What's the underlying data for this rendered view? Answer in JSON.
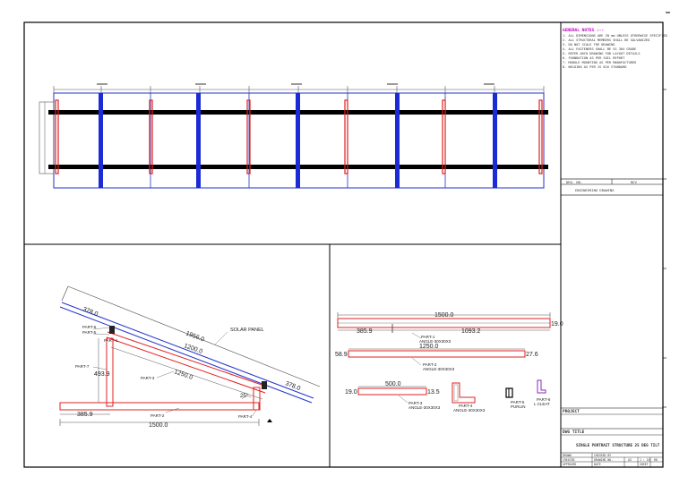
{
  "notes": {
    "heading": "GENERAL NOTES :--",
    "lines": [
      "1. ALL DIMENSIONS ARE IN mm UNLESS OTHERWISE SPECIFIED",
      "2. ALL STRUCTURAL MEMBERS SHALL BE GALVANIZED",
      "3. DO NOT SCALE THE DRAWING",
      "4. ALL FASTENERS SHALL BE SS 304 GRADE",
      "5. REFER ARCH DRAWING FOR LAYOUT DETAILS",
      "6. FOUNDATION AS PER SOIL REPORT",
      "7. MODULE MOUNTING AS PER MANUFACTURER",
      "8. WELDING AS PER IS 816 STANDARD"
    ]
  },
  "block1": {
    "label": "DRG. NO.",
    "value": "REV"
  },
  "block1_sub": "ENGINEERING DRAWING",
  "project_label": "PROJECT",
  "title_label": "DWG TITLE",
  "title_value": "SINGLE PORTRAIT STRUCTURE 25 DEG TILT",
  "footer": {
    "r1": [
      "DRAWN",
      "CHECKED BY",
      "",
      ""
    ],
    "r2": [
      "CREATED",
      "DRAWING NO.",
      "A3",
      "1 : 10",
      "R0"
    ],
    "r3": [
      "APPROVED",
      "DATE",
      "",
      "SHEET"
    ]
  },
  "side_view": {
    "dim_panel_offset": "378.0",
    "dim_panel_length": "1956.0",
    "solar_panel_label": "SOLAR PANEL",
    "dim_rafter_1200": "1200.0",
    "dim_rafter_1250": "1250.0",
    "dim_end_offset": "378.0",
    "dim_height": "493.9",
    "angle": "25°",
    "dim_base_offset": "385.9",
    "dim_base": "1500.0",
    "part2": "PART-2",
    "part3": "PART-3",
    "part4": "PART-4",
    "part5": "PART-5",
    "part6": "PART-6",
    "part7": "PART-7",
    "part1": "PART-1"
  },
  "parts_view": {
    "p1_total": "1500.0",
    "p1_end": "19.0",
    "p1_left": "385.9",
    "p1_right": "1093.2",
    "p1_label": "PART-1",
    "p1_spec": "ANGLE-30X30X3",
    "p2_total": "1250.0",
    "p2_left": "58.9",
    "p2_right": "27.6",
    "p2_label": "PART-2",
    "p2_spec": "ANGLE-30X30X3",
    "p3_total": "500.0",
    "p3_left": "19.0",
    "p3_right": "13.5",
    "p3_label": "PART-3",
    "p3_spec": "ANGLE-30X30X3",
    "p4_label": "PART-4",
    "p4_spec": "ANGLE-30X30X3",
    "p5_label": "PART-5",
    "p5_spec": "PURLIN",
    "p6_label": "PART-6",
    "p6_spec": "L CLEAT"
  }
}
